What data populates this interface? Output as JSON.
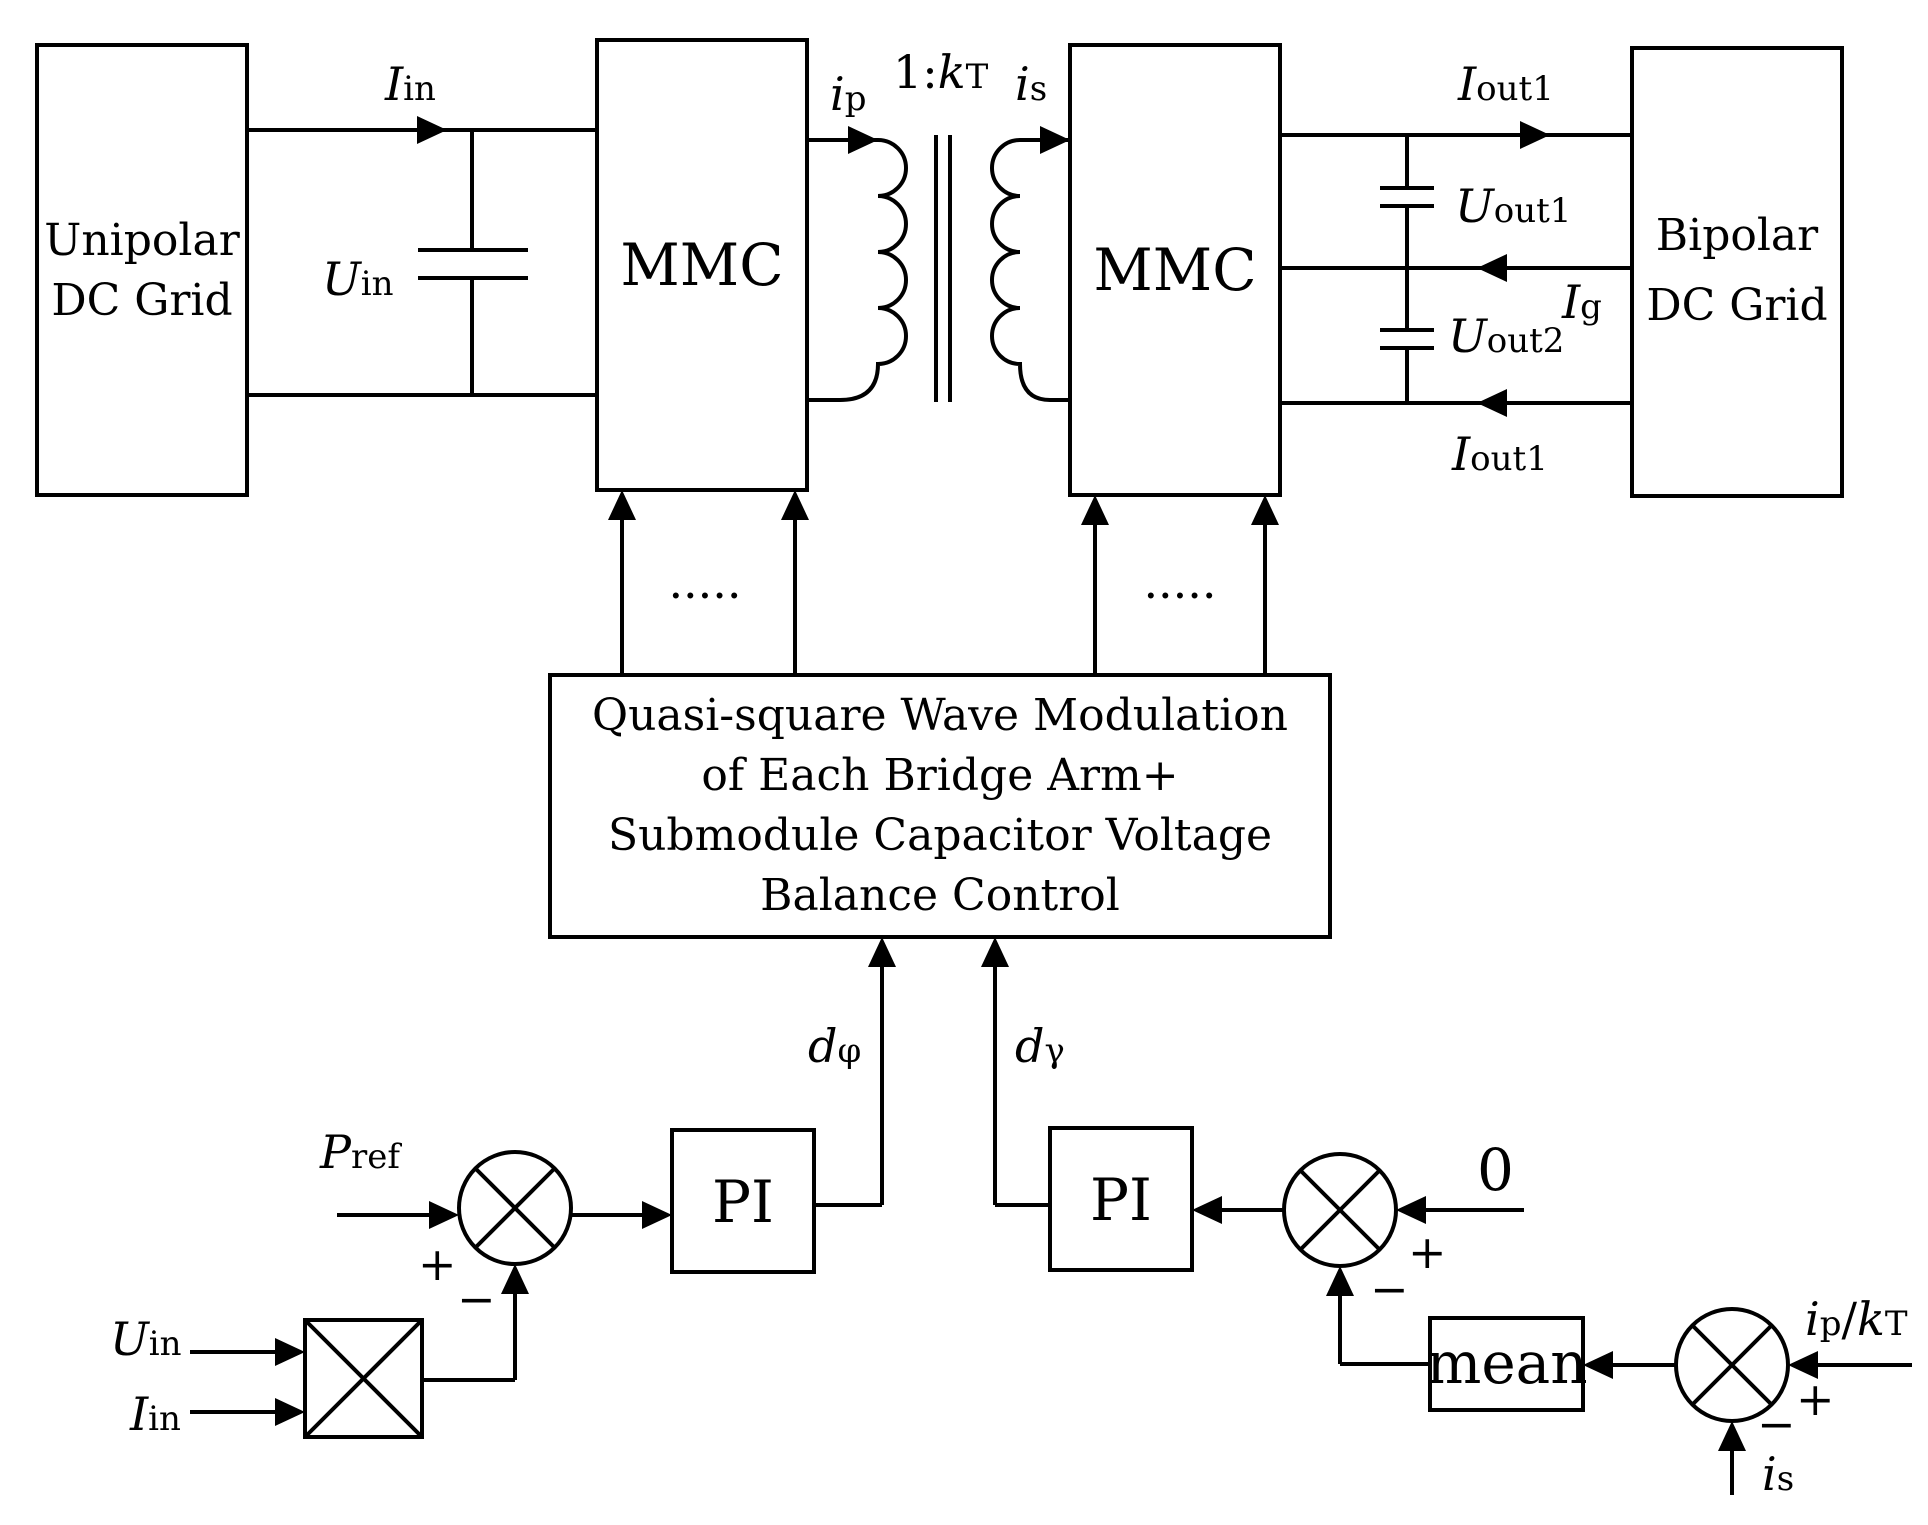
{
  "blocks": {
    "unipolar": [
      "Unipolar",
      "DC Grid"
    ],
    "bipolar": [
      "Bipolar",
      "DC Grid"
    ],
    "mmc_left": "MMC",
    "mmc_right": "MMC",
    "modulation": [
      "Quasi-square Wave Modulation",
      "of Each Bridge Arm+",
      "Submodule Capacitor Voltage",
      "Balance Control"
    ],
    "pi_left": "PI",
    "pi_right": "PI",
    "mean": "mean",
    "dots": "....."
  },
  "labels": {
    "I_in_top": {
      "main": "I",
      "sub": "in"
    },
    "U_in_cap": {
      "main": "U",
      "sub": "in"
    },
    "i_p": {
      "main": "i",
      "sub": "p"
    },
    "ratio_prefix": "1:",
    "ratio_k": "k",
    "ratio_sub": "T",
    "i_s_top": {
      "main": "i",
      "sub": "s"
    },
    "I_out1_top": {
      "main": "I",
      "sub": "out1"
    },
    "U_out1": {
      "main": "U",
      "sub": "out1"
    },
    "I_g": {
      "main": "I",
      "sub": "g"
    },
    "U_out2": {
      "main": "U",
      "sub": "out2"
    },
    "I_out1_bottom": {
      "main": "I",
      "sub": "out1"
    },
    "d_phi": {
      "main": "d",
      "sub": "φ"
    },
    "d_gamma": {
      "main": "d",
      "sub": "γ"
    },
    "P_ref": {
      "main": "P",
      "sub": "ref"
    },
    "U_in_mult": {
      "main": "U",
      "sub": "in"
    },
    "I_in_mult": {
      "main": "I",
      "sub": "in"
    },
    "zero": "0",
    "ip_over_kT": {
      "i": "i",
      "isub": "p",
      "slash": "/",
      "k": "k",
      "ksub": "T"
    },
    "i_s_bottom": {
      "main": "i",
      "sub": "s"
    }
  },
  "signs": {
    "sum_left_plus": "+",
    "sum_left_minus": "−",
    "sum_right_plus": "+",
    "sum_right_minus": "−",
    "sum_bottom_plus": "+",
    "sum_bottom_minus": "−"
  }
}
